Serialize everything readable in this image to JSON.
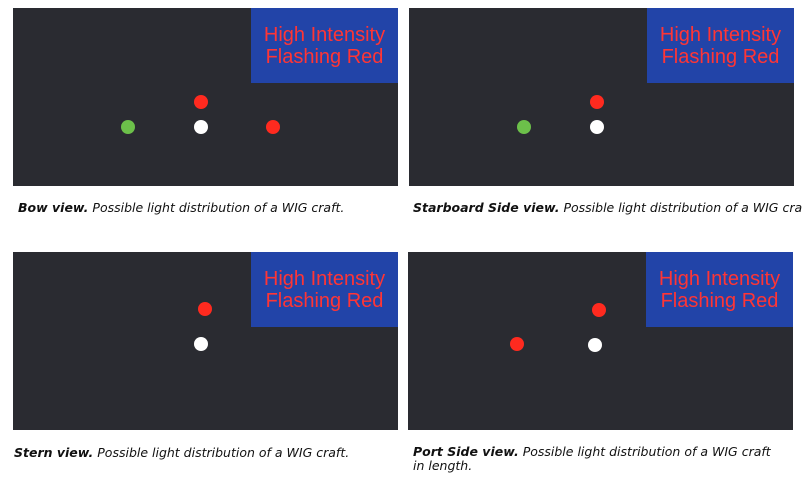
{
  "colors": {
    "panel_bg": "#2a2b31",
    "label_bg": "#2244a8",
    "label_text": "#ff3535",
    "red_light": "#ff2a1f",
    "green_light": "#6cc04a",
    "white_light": "#ffffff"
  },
  "label_text_line1": "High Intensity",
  "label_text_line2": "Flashing Red",
  "views": [
    {
      "id": "bow",
      "caption_bold": "Bow view.",
      "caption_text": " Possible light distribution of a WIG craft.",
      "caption_line2": "",
      "lights": [
        "red",
        "green",
        "white",
        "red"
      ]
    },
    {
      "id": "starboard",
      "caption_bold": "Starboard Side view.",
      "caption_text": " Possible light distribution of a WIG craft.",
      "caption_line2": "",
      "lights": [
        "red",
        "green",
        "white"
      ]
    },
    {
      "id": "stern",
      "caption_bold": "Stern view.",
      "caption_text": " Possible light distribution of a WIG craft.",
      "caption_line2": "",
      "lights": [
        "red",
        "white"
      ]
    },
    {
      "id": "port",
      "caption_bold": "Port Side view.",
      "caption_text": " Possible light distribution of a WIG craft",
      "caption_line2": "in length.",
      "lights": [
        "red",
        "red",
        "white"
      ]
    }
  ]
}
